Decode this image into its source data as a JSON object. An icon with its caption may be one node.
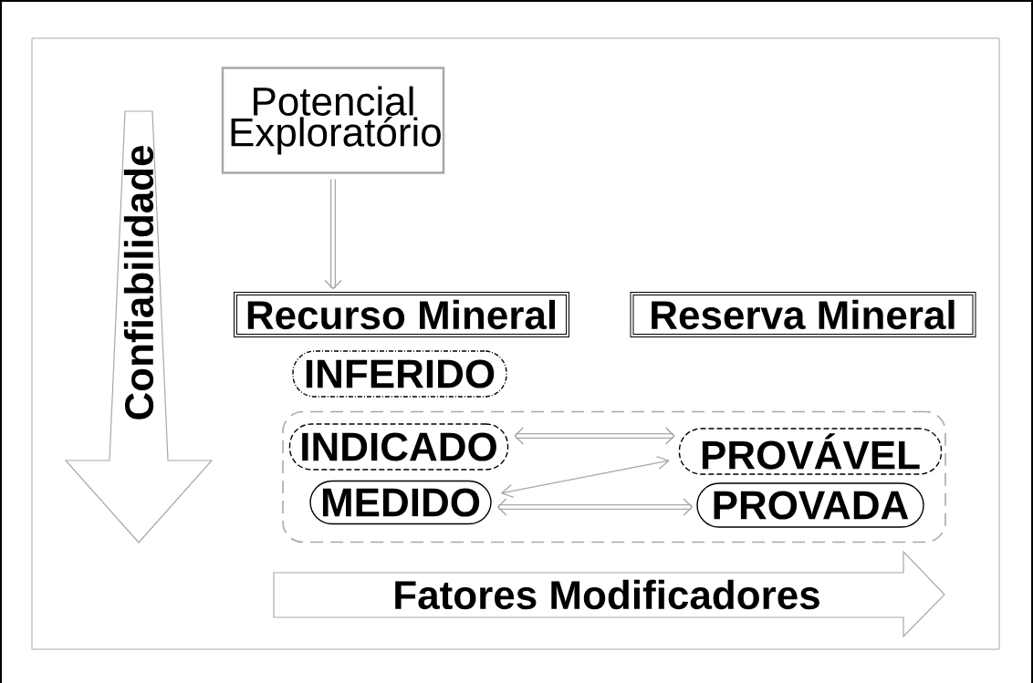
{
  "diagram": {
    "nodes": [
      {
        "text": [
          "Potencial Exploratório"
        ]
      },
      {
        "text": [
          "Confiabilidade"
        ]
      },
      {
        "text": [
          "Recurso Mineral"
        ]
      },
      {
        "text": [
          "Reserva Mineral"
        ]
      },
      {
        "text": [
          "INFERIDO"
        ]
      },
      {
        "text": [],
        "shape": "box"
      },
      {
        "text": [
          "INDICADO"
        ],
        "in": 5
      },
      {
        "text": [
          "PROVÁVEL"
        ],
        "in": 5
      },
      {
        "text": [
          "MEDIDO"
        ],
        "in": 5
      },
      {
        "text": [
          "PROVADA"
        ],
        "in": 5
      },
      {
        "text": [
          "Fatores Modificadores"
        ]
      }
    ],
    "edges": [
      {
        "from": 0,
        "to": 2,
        "arrow": "to"
      },
      {
        "from": 6,
        "to": 7,
        "arrow": "both"
      },
      {
        "from": 7,
        "to": 8,
        "arrow": "both"
      },
      {
        "from": 8,
        "to": 9,
        "arrow": "both"
      }
    ]
  }
}
